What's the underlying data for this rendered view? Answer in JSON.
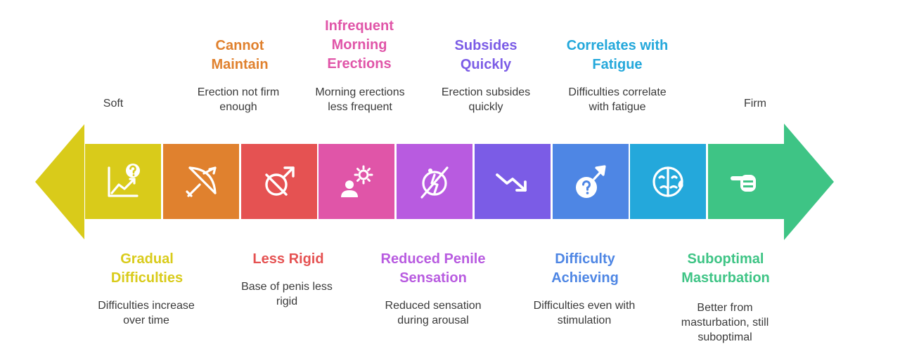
{
  "scale": {
    "left_label": "Soft",
    "right_label": "Firm"
  },
  "colors": {
    "left_arrow": "#D9CB1A",
    "right_arrow": "#3EC485"
  },
  "segments": [
    {
      "color": "#D9CB1A",
      "icon": "chart-question-icon"
    },
    {
      "color": "#E0812E",
      "icon": "broken-bow-icon"
    },
    {
      "color": "#E55252",
      "icon": "crossed-male-symbol-icon"
    },
    {
      "color": "#E055A8",
      "icon": "person-sun-icon"
    },
    {
      "color": "#B85BE0",
      "icon": "crossed-sensation-icon"
    },
    {
      "color": "#7B5CE6",
      "icon": "trend-down-icon"
    },
    {
      "color": "#4E86E4",
      "icon": "question-male-icon"
    },
    {
      "color": "#24A8DB",
      "icon": "tired-face-icon"
    },
    {
      "color": "#3EC485",
      "icon": "pointing-hand-icon"
    }
  ],
  "top_labels": [
    {
      "title": "Cannot\nMaintain",
      "desc": "Erection not firm\nenough",
      "color": "#E0812E"
    },
    {
      "title": "Infrequent\nMorning\nErections",
      "desc": "Morning erections\nless frequent",
      "color": "#E055A8"
    },
    {
      "title": "Subsides\nQuickly",
      "desc": "Erection subsides\nquickly",
      "color": "#7B5CE6"
    },
    {
      "title": "Correlates with\nFatigue",
      "desc": "Difficulties correlate\nwith fatigue",
      "color": "#24A8DB"
    }
  ],
  "bottom_labels": [
    {
      "title": "Gradual\nDifficulties",
      "desc": "Difficulties increase\nover time",
      "color": "#D9CB1A"
    },
    {
      "title": "Less Rigid",
      "desc": "Base of penis less\nrigid",
      "color": "#E55252"
    },
    {
      "title": "Reduced Penile\nSensation",
      "desc": "Reduced sensation\nduring arousal",
      "color": "#B85BE0"
    },
    {
      "title": "Difficulty\nAchieving",
      "desc": "Difficulties even with\nstimulation",
      "color": "#4E86E4"
    },
    {
      "title": "Suboptimal\nMasturbation",
      "desc": "Better from\nmasturbation, still\nsuboptimal",
      "color": "#3EC485"
    }
  ]
}
